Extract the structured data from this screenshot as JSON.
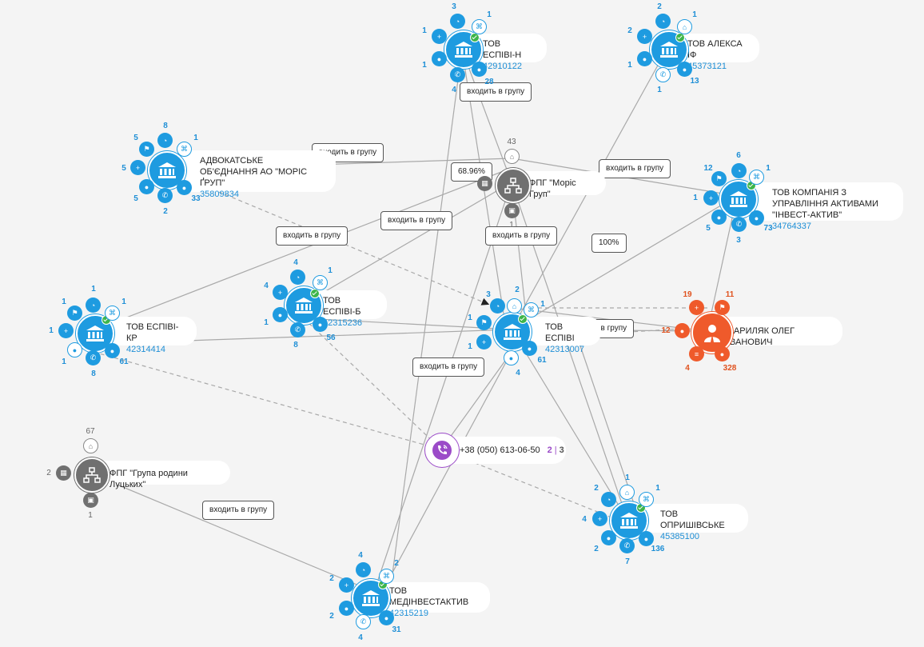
{
  "colors": {
    "company": "#1e9be0",
    "person": "#ef5a2b",
    "group": "#707070",
    "phone": "#9b4bc8",
    "verified": "#3db54a",
    "edge": "#a9a9a9"
  },
  "edge_relation": "входить в групу",
  "groups": [
    {
      "id": "moris",
      "name": "ФПГ \"Моріс Груп\"",
      "count_top": "43",
      "count_bottom": "1"
    },
    {
      "id": "lutsk",
      "name": "ФПГ \"Група родини Луцьких\"",
      "count_top": "67",
      "count_left": "2",
      "count_bottom": "1"
    }
  ],
  "companies": [
    {
      "id": "espivi_n",
      "name": "ТОВ ЕСПІВІ-Н",
      "code": "42910122",
      "counts": {
        "top": "3",
        "tr": "1",
        "l": "1",
        "bl": "1",
        "b": "4",
        "br": "28"
      }
    },
    {
      "id": "aleksa",
      "name": "ТОВ АЛЕКСА ІФ",
      "code": "45373121",
      "counts": {
        "top": "2",
        "tr": "1",
        "l": "2",
        "bl": "1",
        "b": "1",
        "br": "13"
      }
    },
    {
      "id": "advokat",
      "name": "АДВОКАТСЬКЕ ОБ'ЄДНАННЯ АО \"МОРІС ҐРУП\"",
      "code": "35809834",
      "counts": {
        "top": "8",
        "tr": "1",
        "tl": "5",
        "l": "5",
        "bl": "5",
        "b": "2",
        "br": "33"
      }
    },
    {
      "id": "invest",
      "name": "ТОВ КОМПАНІЯ З УПРАВЛІННЯ АКТИВАМИ \"ІНВЕСТ-АКТИВ\"",
      "code": "34764337",
      "counts": {
        "top": "6",
        "tr": "1",
        "tl": "12",
        "l": "1",
        "bl": "5",
        "b": "3",
        "br": "73"
      }
    },
    {
      "id": "espivi_b",
      "name": "ТОВ ЕСПІВІ-Б",
      "code": "42315236",
      "counts": {
        "top": "4",
        "tr": "1",
        "l": "4",
        "bl": "1",
        "b": "8",
        "br": "56"
      }
    },
    {
      "id": "espivi_kr",
      "name": "ТОВ ЕСПІВІ-КР",
      "code": "42314414",
      "counts": {
        "top": "1",
        "tr": "1",
        "tl": "1",
        "l": "1",
        "bl": "1",
        "b": "8",
        "br": "61"
      }
    },
    {
      "id": "espivi",
      "name": "ТОВ ЕСПІВІ",
      "code": "42313007",
      "counts": {
        "top": "2",
        "tr": "1",
        "tl": "3",
        "l": "1",
        "bl": "1",
        "b": "4",
        "br": "61"
      }
    },
    {
      "id": "oprysh",
      "name": "ТОВ ОПРИШІВСЬКЕ",
      "code": "45385100",
      "counts": {
        "top": "1",
        "tr": "1",
        "tl": "2",
        "l": "4",
        "bl": "2",
        "b": "7",
        "br": "136"
      }
    },
    {
      "id": "medinvest",
      "name": "ТОВ МЕДІНВЕСТАКТИВ",
      "code": "42315219",
      "counts": {
        "top": "4",
        "tr": "2",
        "l": "2",
        "bl": "2",
        "b": "4",
        "br": "31"
      }
    }
  ],
  "person": {
    "name": "ПАРИЛЯК ОЛЕГ ІВАНОВИЧ",
    "counts": {
      "top": "19",
      "tr": "11",
      "l": "12",
      "bl": "4",
      "br": "328"
    }
  },
  "phone": {
    "number": "+38 (050) 613-06-50",
    "count_a": "2",
    "sep": "|",
    "count_b": "3"
  },
  "edge_labels": {
    "share": "68.96%",
    "share100": "100%"
  }
}
